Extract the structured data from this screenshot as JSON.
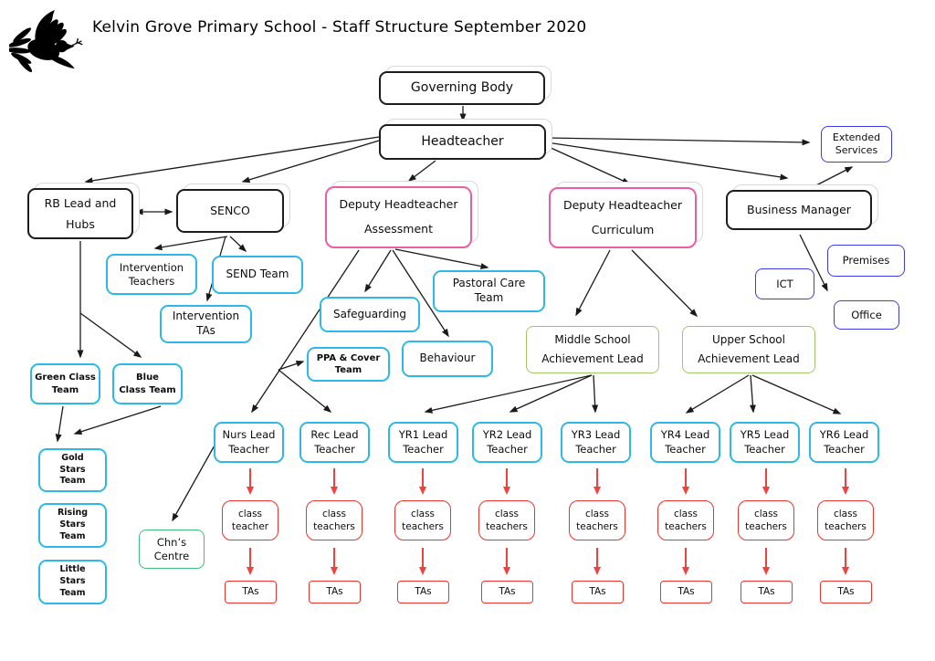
{
  "title": "Kelvin Grove Primary School - Staff Structure September 2020",
  "logo": {
    "icon": "dove-with-olive-branch",
    "color": "#000000"
  },
  "nodes": {
    "governing_body": "Governing Body",
    "headteacher": "Headteacher",
    "rb_lead_hubs": "RB Lead and\nHubs",
    "senco": "SENCO",
    "deputy_assessment": "Deputy Headteacher\nAssessment",
    "deputy_curriculum": "Deputy Headteacher\nCurriculum",
    "business_manager": "Business Manager",
    "extended_services": "Extended\nServices",
    "intervention_teachers": "Intervention\nTeachers",
    "send_team": "SEND Team",
    "intervention_tas": "Intervention\nTAs",
    "safeguarding": "Safeguarding",
    "pastoral_care_team": "Pastoral Care\nTeam",
    "ppa_cover_team": "PPA & Cover\nTeam",
    "behaviour": "Behaviour",
    "ict": "ICT",
    "premises": "Premises",
    "office": "Office",
    "middle_school_achievement_lead": "Middle School\nAchievement Lead",
    "upper_school_achievement_lead": "Upper School\nAchievement Lead",
    "green_class_team": "Green Class\nTeam",
    "blue_class_team": "Blue\nClass Team",
    "gold_stars_team": "Gold\nStars\nTeam",
    "rising_stars_team": "Rising\nStars\nTeam",
    "little_stars_team": "Little\nStars\nTeam",
    "chns_centre": "Chn’s\nCentre"
  },
  "year_columns": [
    {
      "lead": "Nurs Lead\nTeacher",
      "class_teacher": "class\nteacher",
      "tas": "TAs"
    },
    {
      "lead": "Rec Lead\nTeacher",
      "class_teacher": "class\nteachers",
      "tas": "TAs"
    },
    {
      "lead": "YR1 Lead\nTeacher",
      "class_teacher": "class\nteachers",
      "tas": "TAs"
    },
    {
      "lead": "YR2 Lead\nTeacher",
      "class_teacher": "class\nteachers",
      "tas": "TAs"
    },
    {
      "lead": "YR3 Lead\nTeacher",
      "class_teacher": "class\nteachers",
      "tas": "TAs"
    },
    {
      "lead": "YR4 Lead\nTeacher",
      "class_teacher": "class\nteachers",
      "tas": "TAs"
    },
    {
      "lead": "YR5 Lead\nTeacher",
      "class_teacher": "class\nteachers",
      "tas": "TAs"
    },
    {
      "lead": "YR6 Lead\nTeacher",
      "class_teacher": "class\nteachers",
      "tas": "TAs"
    }
  ],
  "edges": [
    [
      "governing_body",
      "headteacher"
    ],
    [
      "headteacher",
      "rb_lead_hubs"
    ],
    [
      "headteacher",
      "senco"
    ],
    [
      "headteacher",
      "deputy_assessment"
    ],
    [
      "headteacher",
      "deputy_curriculum"
    ],
    [
      "headteacher",
      "business_manager"
    ],
    [
      "headteacher",
      "extended_services"
    ],
    [
      "business_manager",
      "extended_services"
    ],
    [
      "business_manager",
      "office"
    ],
    [
      "rb_lead_hubs",
      "senco",
      "two-way"
    ],
    [
      "senco",
      "intervention_teachers"
    ],
    [
      "senco",
      "send_team"
    ],
    [
      "senco",
      "intervention_tas"
    ],
    [
      "deputy_assessment",
      "safeguarding"
    ],
    [
      "deputy_assessment",
      "pastoral_care_team"
    ],
    [
      "deputy_assessment",
      "behaviour"
    ],
    [
      "deputy_assessment",
      "ppa_cover_team"
    ],
    [
      "deputy_assessment",
      "nurs_lead_teacher"
    ],
    [
      "deputy_assessment",
      "rec_lead_teacher"
    ],
    [
      "deputy_curriculum",
      "middle_school_achievement_lead"
    ],
    [
      "deputy_curriculum",
      "upper_school_achievement_lead"
    ],
    [
      "middle_school_achievement_lead",
      "yr1_lead_teacher"
    ],
    [
      "middle_school_achievement_lead",
      "yr2_lead_teacher"
    ],
    [
      "middle_school_achievement_lead",
      "yr3_lead_teacher"
    ],
    [
      "upper_school_achievement_lead",
      "yr4_lead_teacher"
    ],
    [
      "upper_school_achievement_lead",
      "yr5_lead_teacher"
    ],
    [
      "upper_school_achievement_lead",
      "yr6_lead_teacher"
    ],
    [
      "rb_lead_hubs",
      "green_class_team"
    ],
    [
      "rb_lead_hubs",
      "blue_class_team"
    ],
    [
      "green_class_team",
      "gold_stars_team"
    ],
    [
      "blue_class_team",
      "gold_stars_team"
    ],
    [
      "nurs_lead_teacher",
      "chns_centre"
    ],
    [
      "nurs_lead_teacher",
      "nurs_class_teacher"
    ],
    [
      "nurs_class_teacher",
      "nurs_tas"
    ],
    [
      "rec_lead_teacher",
      "rec_class_teachers"
    ],
    [
      "rec_class_teachers",
      "rec_tas"
    ],
    [
      "yr1_lead_teacher",
      "yr1_class_teachers"
    ],
    [
      "yr1_class_teachers",
      "yr1_tas"
    ],
    [
      "yr2_lead_teacher",
      "yr2_class_teachers"
    ],
    [
      "yr2_class_teachers",
      "yr2_tas"
    ],
    [
      "yr3_lead_teacher",
      "yr3_class_teachers"
    ],
    [
      "yr3_class_teachers",
      "yr3_tas"
    ],
    [
      "yr4_lead_teacher",
      "yr4_class_teachers"
    ],
    [
      "yr4_class_teachers",
      "yr4_tas"
    ],
    [
      "yr5_lead_teacher",
      "yr5_class_teachers"
    ],
    [
      "yr5_class_teachers",
      "yr5_tas"
    ],
    [
      "yr6_lead_teacher",
      "yr6_class_teachers"
    ],
    [
      "yr6_class_teachers",
      "yr6_tas"
    ]
  ],
  "colors": {
    "box_black": "#1c1c1c",
    "box_pink": "#ec5ea1",
    "box_cyan": "#2eb8e8",
    "box_blue": "#3a3aee",
    "box_green_light": "#9dc965",
    "box_green_emerald": "#3fbc7e",
    "box_red": "#ee322c",
    "arrow_black": "#1a1a1a",
    "arrow_red": "#f0413c",
    "shadow_gray": "#d9d9d9"
  }
}
